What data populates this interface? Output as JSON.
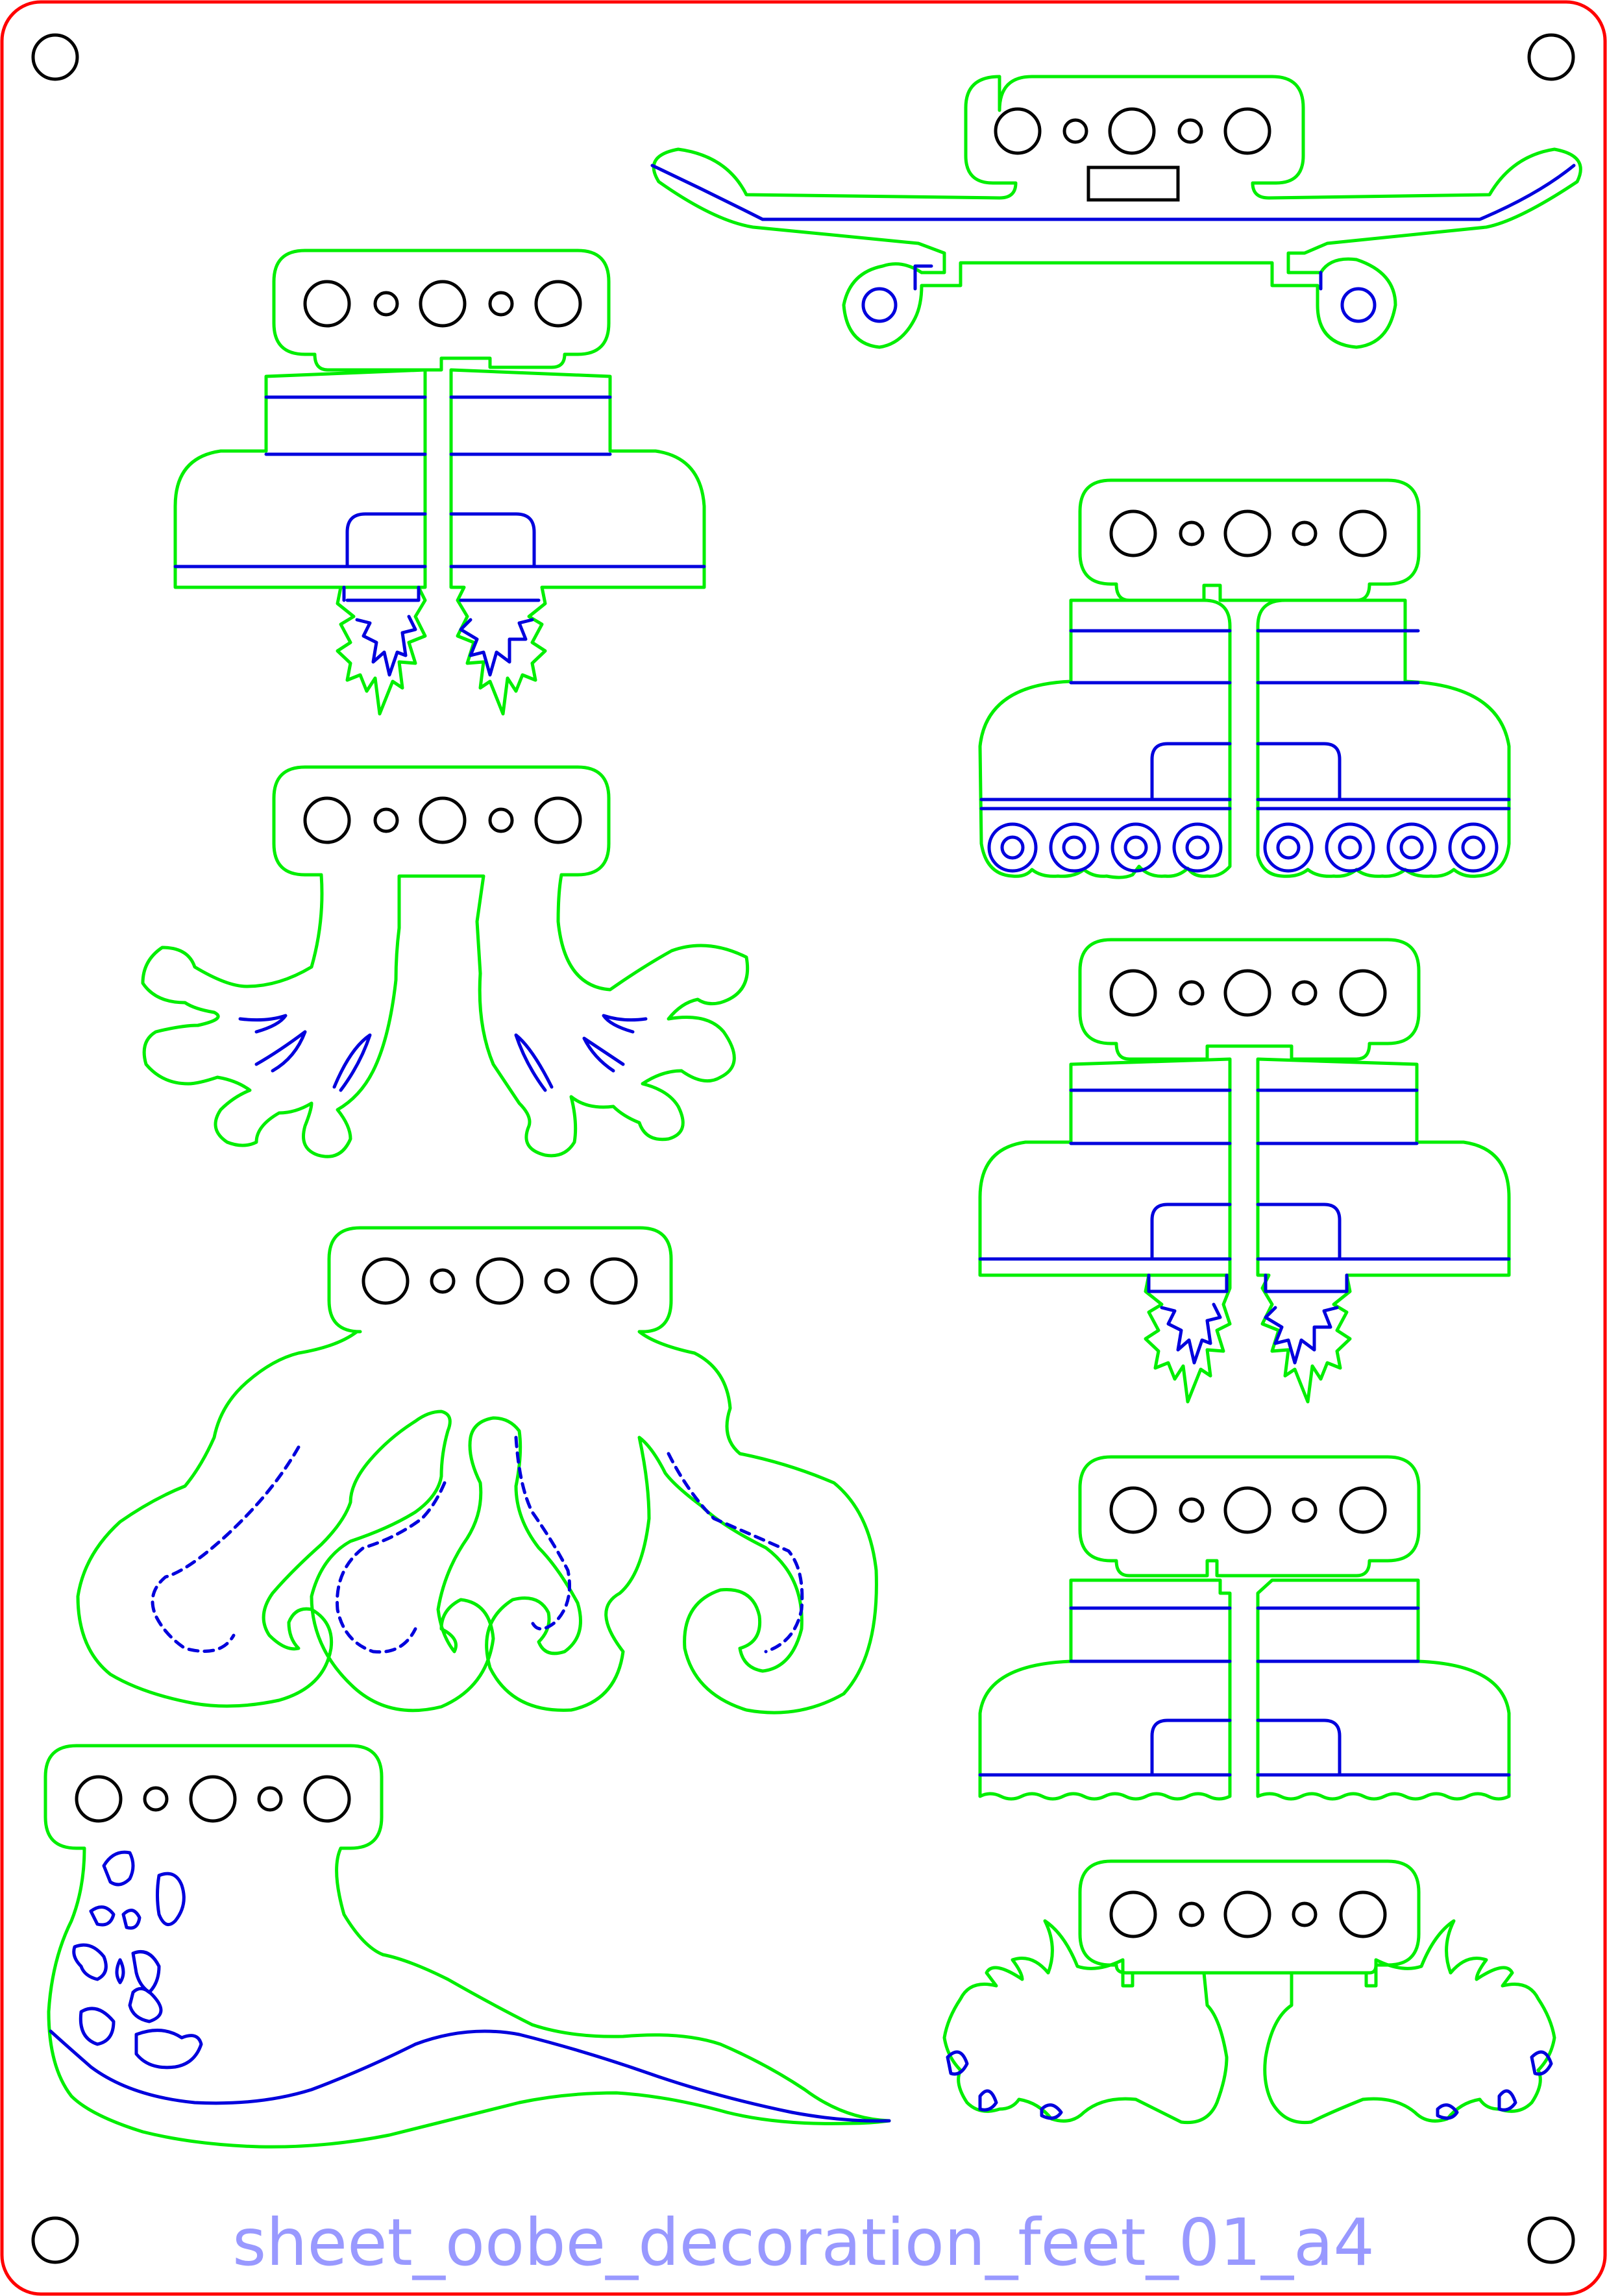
{
  "sheet": {
    "label": "sheet_oobe_decoration_feet_01_a4"
  },
  "colors": {
    "frame": "#ff0000",
    "cut_line": "#00ee00",
    "engrave_line": "#0000dd",
    "mount_hole": "#000000",
    "label": "#9999ff"
  },
  "parts": [
    {
      "name": "skateboard"
    },
    {
      "name": "rocket-boots-small"
    },
    {
      "name": "roller-skates"
    },
    {
      "name": "frog-feet"
    },
    {
      "name": "rocket-boots-large"
    },
    {
      "name": "octopus-tentacles"
    },
    {
      "name": "plain-boots"
    },
    {
      "name": "snake-tail"
    },
    {
      "name": "claw-feet"
    }
  ]
}
